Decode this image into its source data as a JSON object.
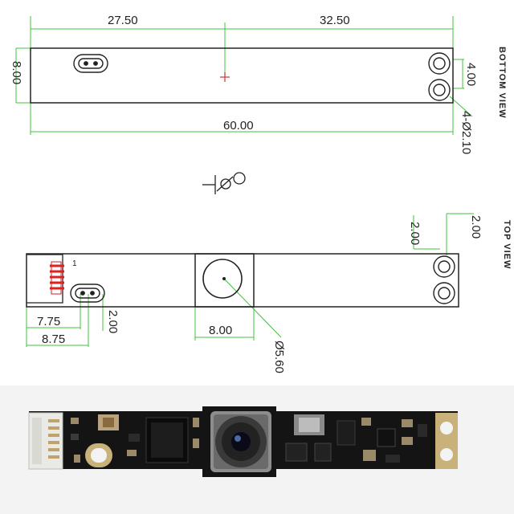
{
  "bottom_view": {
    "view_label": "BOTTOM VIEW",
    "dims": {
      "left_length": "27.50",
      "right_length": "32.50",
      "height": "8.00",
      "hole_spacing": "4.00",
      "total_length": "60.00",
      "hole_spec": "4-Ø2.10"
    }
  },
  "top_view": {
    "view_label": "TOP VIEW",
    "pin1_marker": "1",
    "dims": {
      "hole_vertical": "2.00",
      "hole_horizontal": "2.00",
      "slot_offset_1": "7.75",
      "slot_offset_2": "8.75",
      "slot_vertical": "2.00",
      "lens_box_width": "8.00",
      "lens_diameter": "Ø5.60"
    }
  },
  "colors": {
    "outline": "#222222",
    "dimension_line": "#3cc43c",
    "pcb": "#141414",
    "copper": "#c9b27a",
    "cross_mark": "#cc3333"
  }
}
